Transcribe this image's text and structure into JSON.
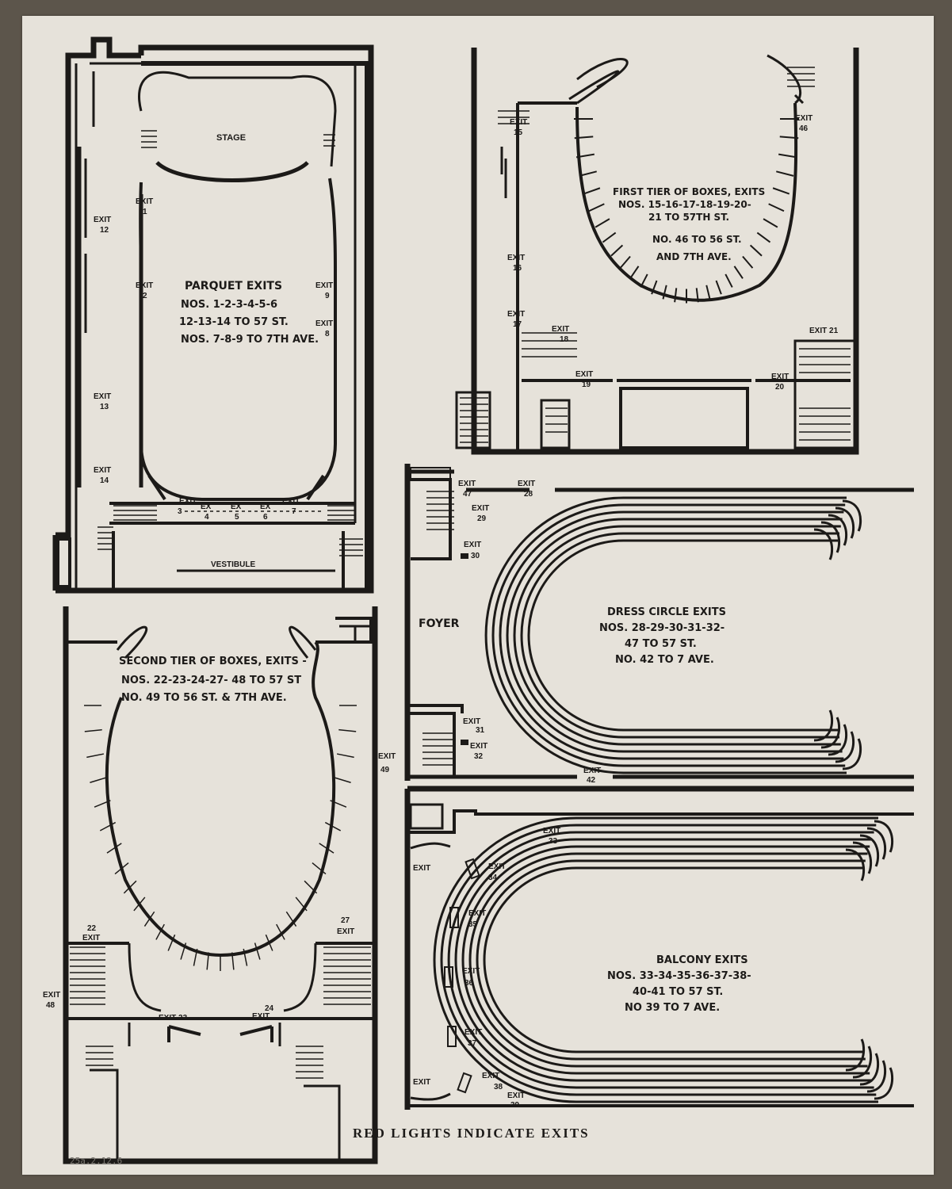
{
  "parquet": {
    "stage": "STAGE",
    "vestibule": "VESTIBULE",
    "title": "PARQUET EXITS",
    "line1": "NOS. 1-2-3-4-5-6",
    "line2": "12-13-14 TO 57 ST.",
    "line3": "NOS. 7-8-9 TO 7TH AVE.",
    "exits": [
      {
        "label": "EXIT",
        "num": "1"
      },
      {
        "label": "EXIT",
        "num": "2"
      },
      {
        "label": "EXIT",
        "num": "9"
      },
      {
        "label": "EXIT",
        "num": "8"
      },
      {
        "label": "EXIT",
        "num": "12"
      },
      {
        "label": "EXIT",
        "num": "13"
      },
      {
        "label": "EXIT",
        "num": "14"
      },
      {
        "label": "EXIT",
        "num": "3"
      },
      {
        "label": "EX",
        "num": "4"
      },
      {
        "label": "EX",
        "num": "5"
      },
      {
        "label": "EX",
        "num": "6"
      },
      {
        "label": "EXIT",
        "num": "7"
      }
    ]
  },
  "first_tier": {
    "title": "FIRST TIER OF BOXES, EXITS",
    "line1": "NOS. 15-16-17-18-19-20-",
    "line2": "21 TO 57TH ST.",
    "line3": "NO. 46 TO 56 ST.",
    "line4": "AND 7TH AVE.",
    "exits": [
      {
        "label": "EXIT",
        "num": "15"
      },
      {
        "label": "EXIT",
        "num": "16"
      },
      {
        "label": "EXIT",
        "num": "17"
      },
      {
        "label": "EXIT",
        "num": "18"
      },
      {
        "label": "EXIT",
        "num": "19"
      },
      {
        "label": "EXIT",
        "num": "46"
      },
      {
        "label": "EXIT 21",
        "num": ""
      },
      {
        "label": "EXIT",
        "num": "20"
      }
    ]
  },
  "second_tier": {
    "title": "SECOND TIER OF BOXES, EXITS -",
    "line1": "NOS. 22-23-24-27- 48 TO 57 ST",
    "line2": "NO. 49 TO 56 ST. & 7TH AVE.",
    "exits": [
      {
        "label": "EXIT",
        "num": "49"
      },
      {
        "label": "22",
        "num": "EXIT"
      },
      {
        "label": "27",
        "num": "EXIT"
      },
      {
        "label": "EXIT",
        "num": "48"
      },
      {
        "label": "EXIT 23",
        "num": ""
      },
      {
        "label": "24",
        "num": "EXIT"
      }
    ]
  },
  "dress_circle": {
    "foyer": "FOYER",
    "title": "DRESS CIRCLE EXITS",
    "line1": "NOS. 28-29-30-31-32-",
    "line2": "47 TO 57 ST.",
    "line3": "NO. 42 TO 7 AVE.",
    "exits": [
      {
        "label": "EXIT",
        "num": "47"
      },
      {
        "label": "EXIT",
        "num": "28"
      },
      {
        "label": "EXIT",
        "num": "29"
      },
      {
        "label": "EXIT",
        "num": "30"
      },
      {
        "label": "EXIT",
        "num": "31"
      },
      {
        "label": "EXIT",
        "num": "32"
      },
      {
        "label": "EXIT",
        "num": "42"
      }
    ]
  },
  "balcony": {
    "title": "BALCONY EXITS",
    "line1": "NOS. 33-34-35-36-37-38-",
    "line2": "40-41 TO 57 ST.",
    "line3": "NO 39 TO 7 AVE.",
    "exits": [
      {
        "label": "EXIT",
        "num": "33"
      },
      {
        "label": "EXIT",
        "num": "34"
      },
      {
        "label": "EXIT",
        "num": "35"
      },
      {
        "label": "EXIT",
        "num": "36"
      },
      {
        "label": "EXIT",
        "num": "37"
      },
      {
        "label": "EXIT",
        "num": "38"
      },
      {
        "label": "EXIT",
        "num": "39"
      },
      {
        "label": "EXIT",
        "num": ""
      },
      {
        "label": "EXIT",
        "num": ""
      }
    ]
  },
  "footer": "RED LIGHTS INDICATE EXITS",
  "pencil_note": "25a.2.12.6"
}
